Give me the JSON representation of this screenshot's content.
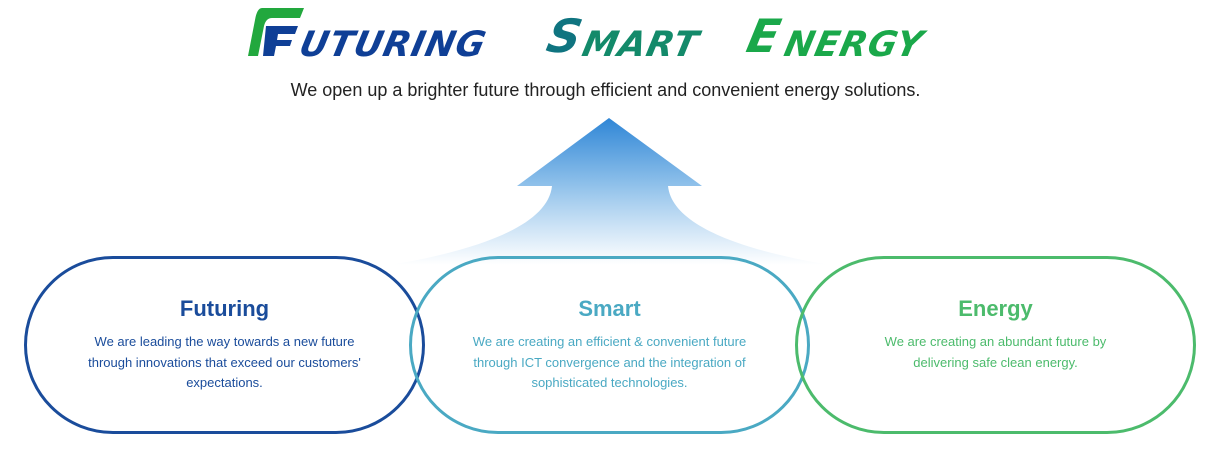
{
  "logo": {
    "text": "Futuring Smart Energy",
    "words": [
      "UTURING",
      "S",
      "MART",
      "E",
      "NERGY"
    ]
  },
  "tagline": "We open up a brighter future through efficient and convenient energy solutions.",
  "cards": [
    {
      "title": "Futuring",
      "text": "We are leading the way towards a new future through innovations that exceed our customers' expectations.",
      "color": "#1a4c9b"
    },
    {
      "title": "Smart",
      "text": "We are creating an efficient & convenient future through ICT convergence and the integration of sophisticated technologies.",
      "color": "#4aa9c3"
    },
    {
      "title": "Energy",
      "text": "We are creating an abundant future by delivering safe clean energy.",
      "color": "#4cbb6c"
    }
  ],
  "colors": {
    "blue": "#0f3f96",
    "teal": "#0f7480",
    "green": "#1aa84a"
  }
}
